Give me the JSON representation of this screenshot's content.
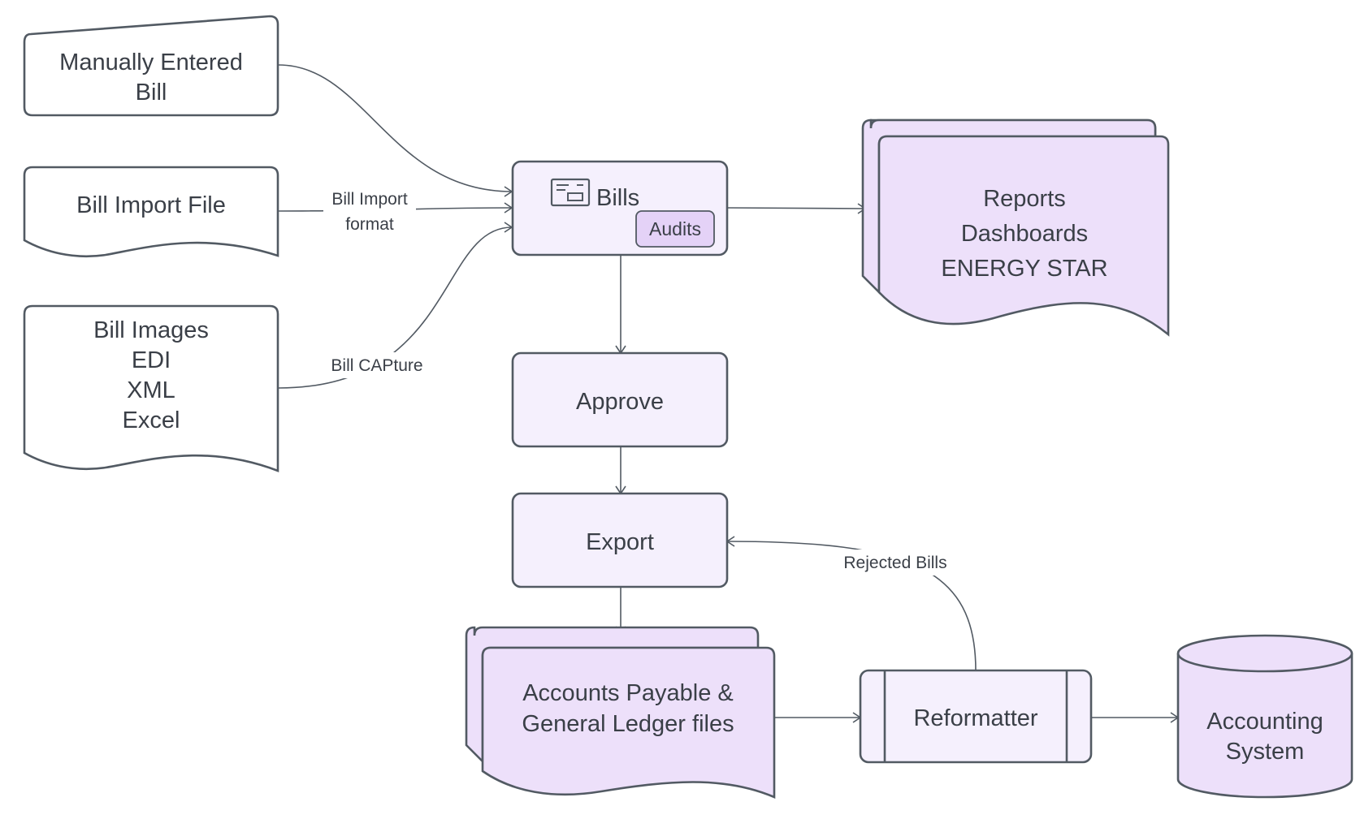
{
  "nodes": {
    "manual": {
      "lines": [
        "Manually Entered",
        "Bill"
      ]
    },
    "import_file": {
      "lines": [
        "Bill Import File"
      ]
    },
    "images": {
      "lines": [
        "Bill Images",
        "EDI",
        "XML",
        "Excel"
      ]
    },
    "bills": {
      "label": "Bills",
      "badge": "Audits",
      "icon": "bill-envelope-icon"
    },
    "reports": {
      "lines": [
        "Reports",
        "Dashboards",
        "ENERGY STAR"
      ]
    },
    "approve": {
      "label": "Approve"
    },
    "export": {
      "label": "Export"
    },
    "ap_files": {
      "lines": [
        "Accounts Payable &",
        "General Ledger files"
      ]
    },
    "reformatter": {
      "label": "Reformatter"
    },
    "accounting": {
      "lines": [
        "Accounting",
        "System"
      ]
    }
  },
  "edges": {
    "import_format": {
      "lines": [
        "Bill Import",
        "format"
      ]
    },
    "capture": {
      "label": "Bill CAPture"
    },
    "rejected": {
      "label": "Rejected Bills"
    }
  },
  "colors": {
    "stroke": "#525a63",
    "text": "#3a3f47",
    "light_fill": "#f5f0fd",
    "purple_fill": "#ede0fa",
    "badge_fill": "#e4d2f7"
  }
}
